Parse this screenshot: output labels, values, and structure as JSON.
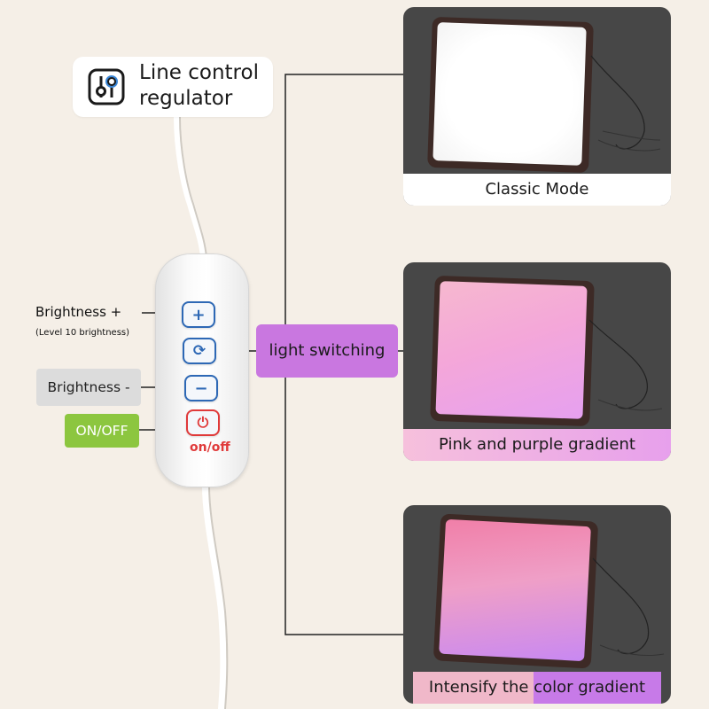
{
  "title": {
    "line1": "Line control",
    "line2": "regulator",
    "icon": "sliders-icon"
  },
  "labels": {
    "brightness_plus": "Brightness +",
    "level_note": "(Level 10 brightness)",
    "brightness_minus": "Brightness -",
    "on_off": "ON/OFF",
    "light_switching": "light switching"
  },
  "remote": {
    "buttons": [
      {
        "name": "plus",
        "glyph": "+"
      },
      {
        "name": "switch",
        "glyph": "⟳"
      },
      {
        "name": "minus",
        "glyph": "−"
      },
      {
        "name": "power",
        "glyph": "⏻"
      }
    ],
    "on_off_print": "on/off"
  },
  "modes": [
    {
      "caption": "Classic Mode"
    },
    {
      "caption": "Pink and purple gradient"
    },
    {
      "caption_part1": "Intensify the ",
      "caption_part2": "color gradient"
    }
  ],
  "colors": {
    "background": "#f5efe7",
    "panel": "#474747",
    "button_blue": "#2d68b5",
    "power_red": "#e03a3a",
    "onoff_green": "#8cc63f",
    "switch_purple": "#c977e0"
  }
}
